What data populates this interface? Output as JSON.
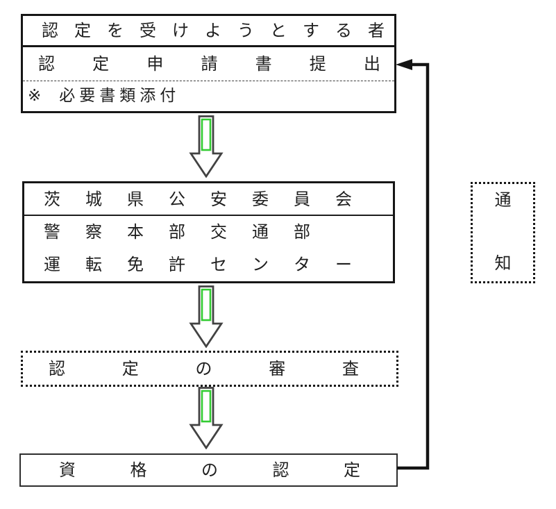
{
  "colors": {
    "background": "#ffffff",
    "box_border": "#161616",
    "text": "#1f1f1f",
    "arrow_outline": "#424242",
    "arrow_green": "#33cc33",
    "connector": "#141414"
  },
  "flowchart": {
    "applicant_box": {
      "label": "認定を受けようとする者"
    },
    "application_box": {
      "submit_label": "認定申請書提出",
      "note_marker": "※",
      "note_label": "必要書類添付"
    },
    "authority_box": {
      "line1": "茨城県公安委員会",
      "line2": "警察本部交通部",
      "line3": "運転免許センター"
    },
    "examination_box": {
      "label": "認定の審査"
    },
    "certification_box": {
      "label": "資格の認定"
    },
    "notification_box": {
      "label": "通知"
    }
  }
}
